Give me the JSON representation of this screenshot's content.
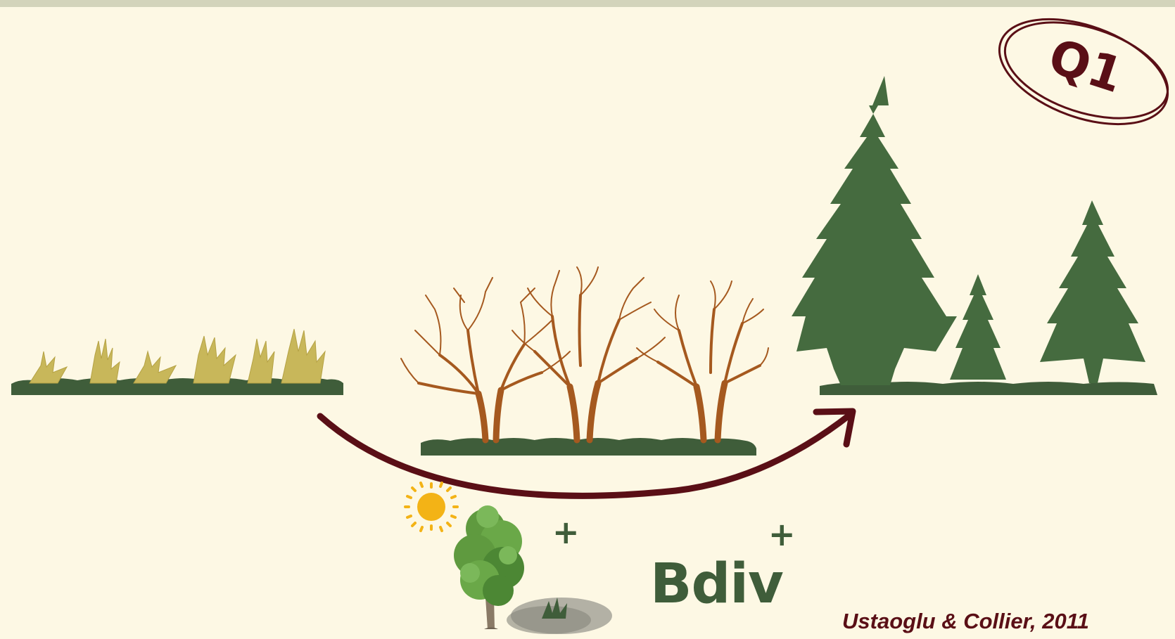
{
  "badge": {
    "label": "Q1"
  },
  "operators": {
    "plus_1": "+",
    "plus_2": "+"
  },
  "biodiversity": {
    "label": "Bdiv"
  },
  "citation": {
    "text": "Ustaoglu & Collier, 2011"
  },
  "icons": [
    "grass-icon",
    "shrub-icon",
    "conifer-tree-icon",
    "sun-icon",
    "deciduous-tree-icon",
    "shade-icon",
    "succession-arrow-icon"
  ],
  "colors": {
    "background": "#fdf8e4",
    "ground": "#3f5d3a",
    "grass": "#c8b75a",
    "shrub": "#a5591f",
    "conifer": "#456b3f",
    "arrow": "#5a0f16",
    "sun": "#f3b316"
  }
}
